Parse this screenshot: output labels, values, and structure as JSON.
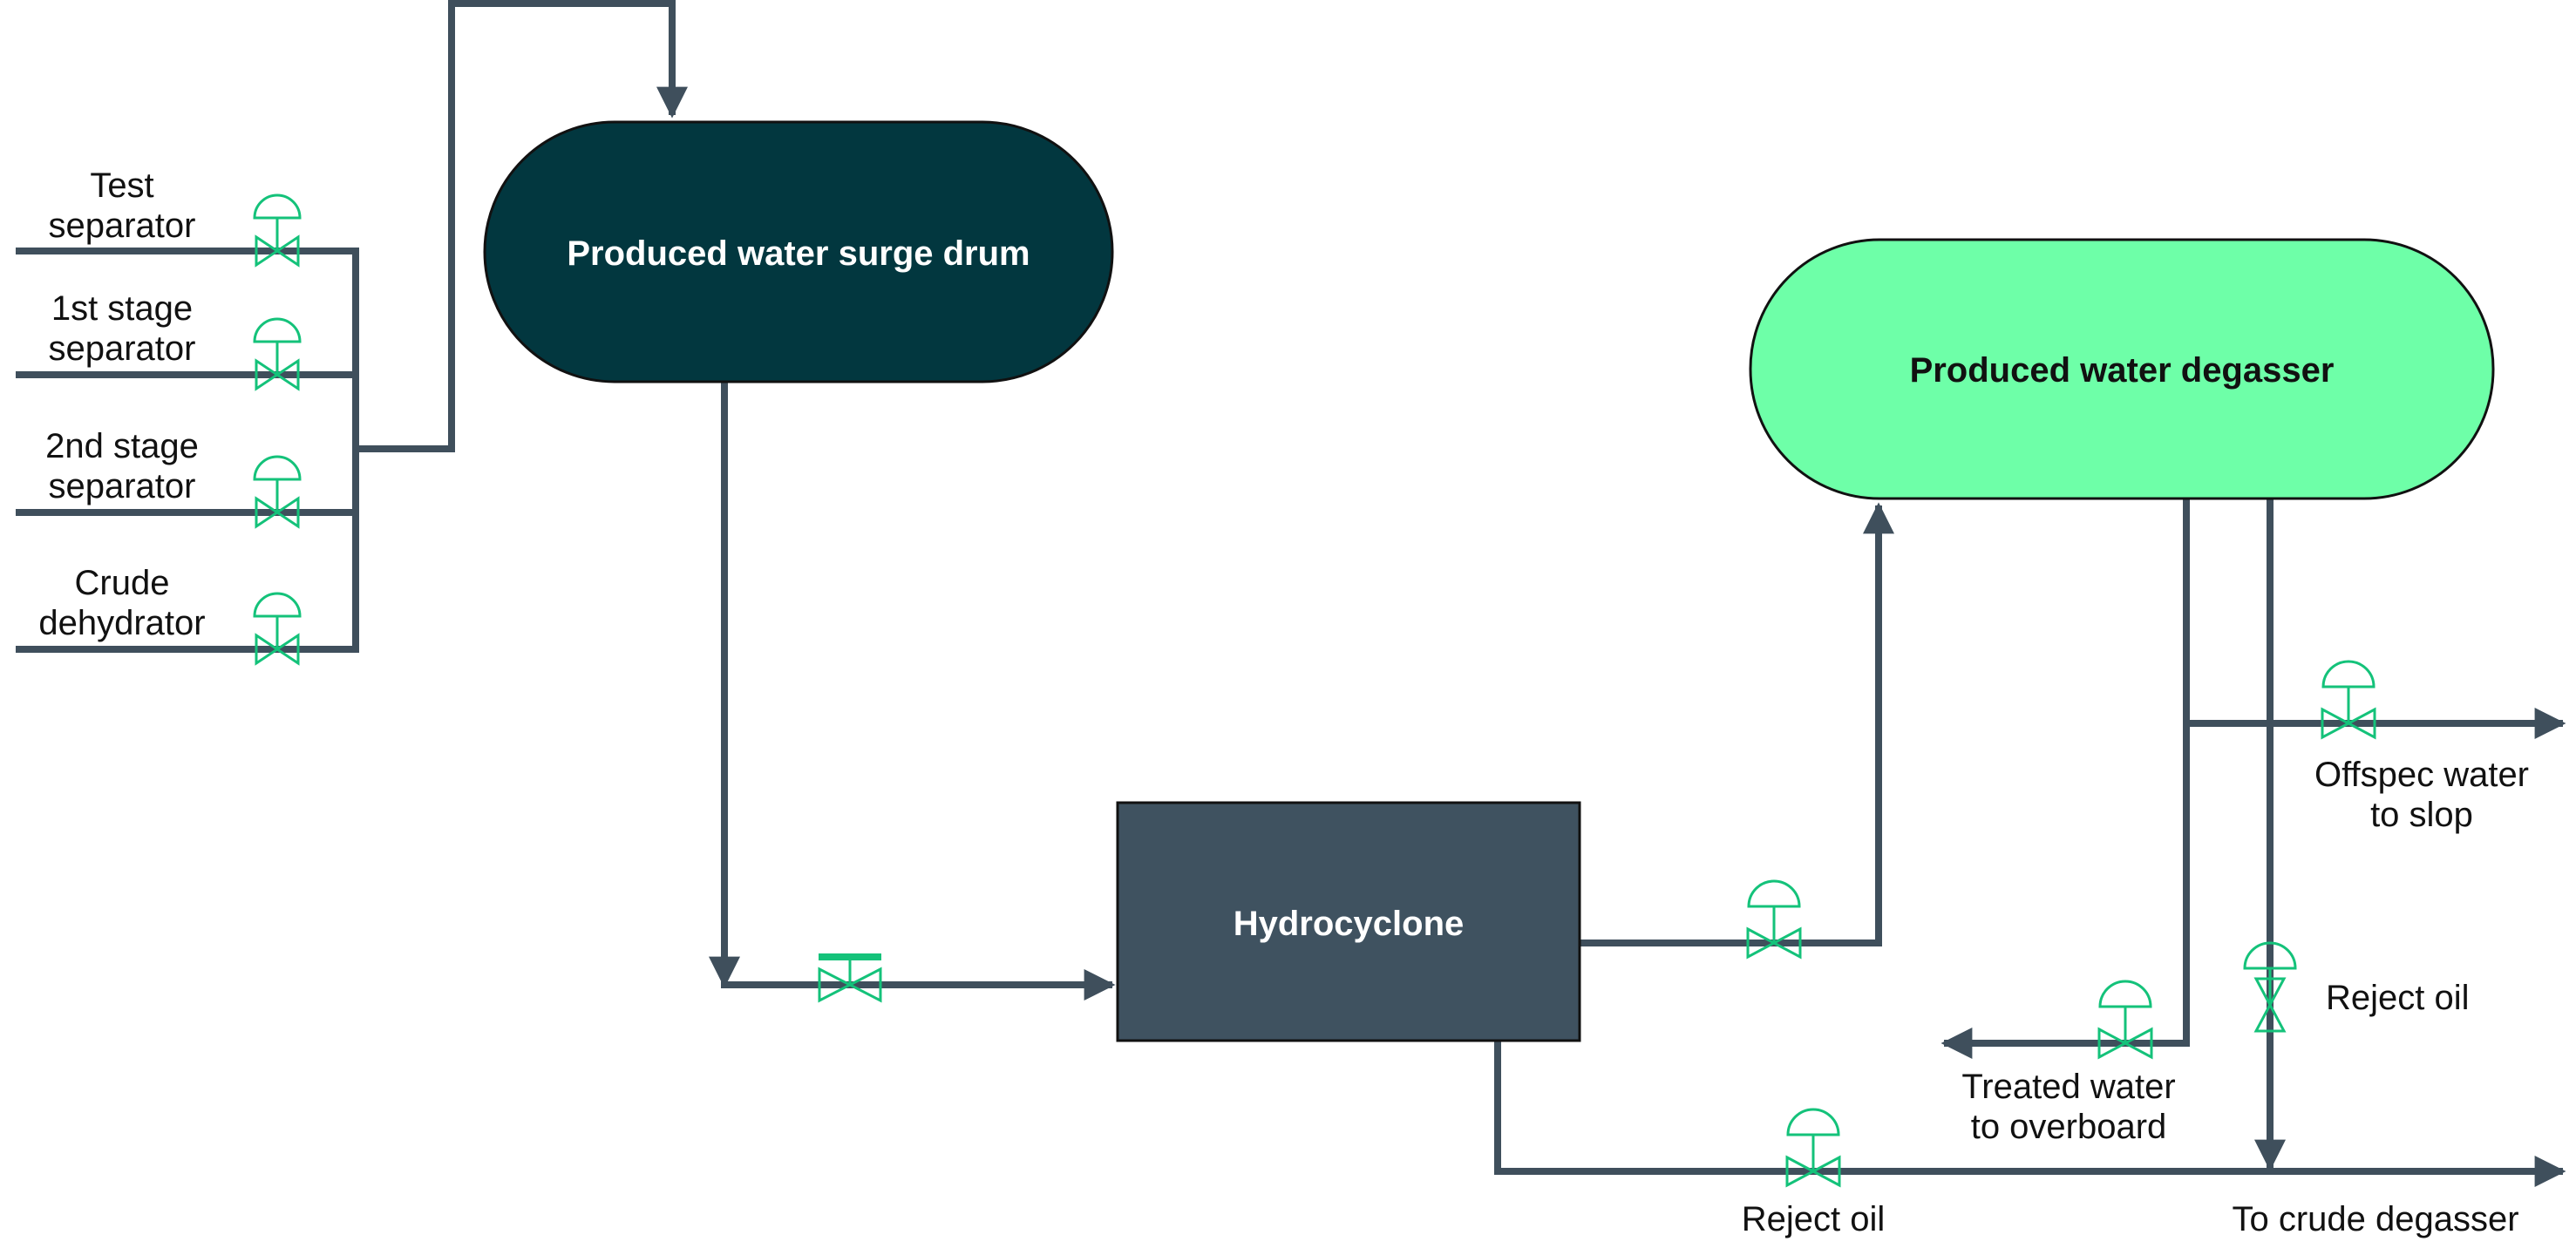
{
  "colors": {
    "pipe": "#3f4f5c",
    "valve": "#14c27a",
    "surge_drum_fill": "#02373f",
    "degasser_fill": "#6effa8",
    "hydrocyclone_fill": "#3f5260",
    "vessel_stroke": "#111111",
    "text_dark": "#111111",
    "text_light": "#ffffff"
  },
  "equipment": {
    "surge_drum": "Produced water surge drum",
    "degasser": "Produced water degasser",
    "hydrocyclone": "Hydrocyclone"
  },
  "sources": [
    {
      "line1": "Test",
      "line2": "separator"
    },
    {
      "line1": "1st stage",
      "line2": "separator"
    },
    {
      "line1": "2nd stage",
      "line2": "separator"
    },
    {
      "line1": "Crude",
      "line2": "dehydrator"
    }
  ],
  "outlets": {
    "offspec": {
      "line1": "Offspec water",
      "line2": "to slop"
    },
    "reject_oil_degasser": "Reject oil",
    "treated_water": {
      "line1": "Treated water",
      "line2": "to overboard"
    },
    "reject_oil_hydrocyclone": "Reject oil",
    "crude_degasser": "To crude degasser"
  }
}
